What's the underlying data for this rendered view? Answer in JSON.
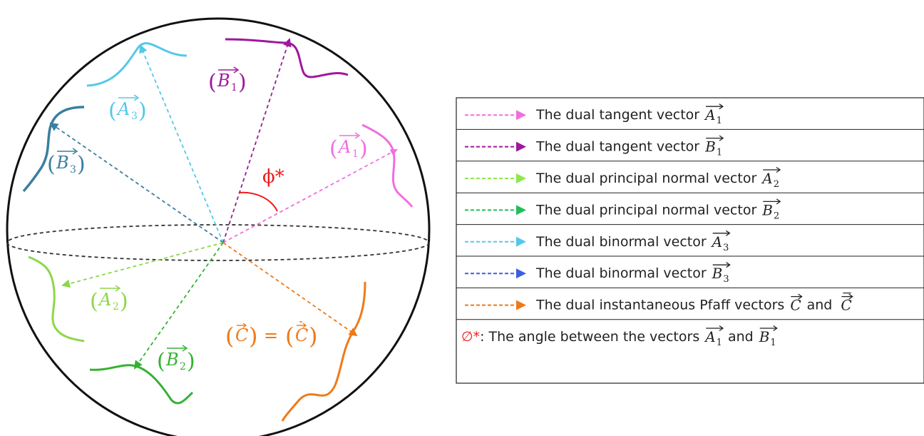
{
  "colors": {
    "A1": "#f06ee0",
    "B1": "#a0179e",
    "A2": "#8ed64a",
    "B2": "#34b233",
    "A3": "#54c8ea",
    "B3": "#3a7fa0",
    "B3_legend": "#3b5fe0",
    "B2_legend": "#1fbf5a",
    "A2_legend": "#8fe84a",
    "C": "#ee7a1a",
    "angle": "#ee1c1c"
  },
  "sphere_labels": {
    "A1": "A",
    "A1_sub": "1",
    "B1": "B",
    "B1_sub": "1",
    "A2": "A",
    "A2_sub": "2",
    "B2": "B",
    "B2_sub": "2",
    "A3": "A",
    "A3_sub": "3",
    "B3": "B",
    "B3_sub": "3",
    "C_left": "C",
    "C_equals": "=",
    "C_right": "C",
    "angle": "ϕ*"
  },
  "legend": {
    "rows": [
      {
        "text": "The dual tangent vector",
        "var": "A",
        "sub": "1",
        "color_key": "A1"
      },
      {
        "text": "The dual tangent vector",
        "var": "B",
        "sub": "1",
        "color_key": "B1"
      },
      {
        "text": "The dual principal normal vector",
        "var": "A",
        "sub": "2",
        "color_key": "A2_legend"
      },
      {
        "text": "The dual principal normal vector",
        "var": "B",
        "sub": "2",
        "color_key": "B2_legend"
      },
      {
        "text": "The dual binormal vector",
        "var": "A",
        "sub": "3",
        "color_key": "A3"
      },
      {
        "text": "The dual binormal vector",
        "var": "B",
        "sub": "3",
        "color_key": "B3_legend"
      },
      {
        "text": "The dual instantaneous Pfaff vectors",
        "var": "C",
        "and": "and",
        "var2": "C",
        "color_key": "C"
      }
    ],
    "angle_row": {
      "symbol": "∅*",
      "text": " : The angle between the vectors",
      "var1": "A",
      "sub1": "1",
      "and": "and",
      "var2": "B",
      "sub2": "1"
    }
  }
}
